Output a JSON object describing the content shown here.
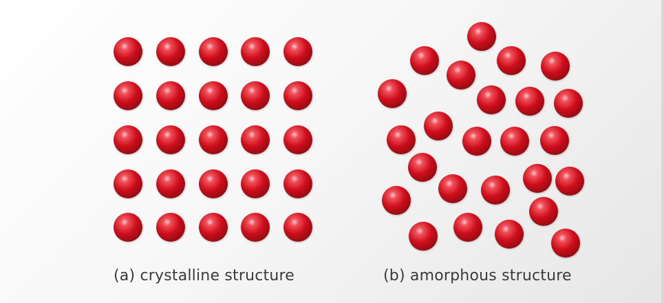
{
  "panels": [
    {
      "id": "a",
      "caption": "(a) crystalline structure"
    },
    {
      "id": "b",
      "caption": "(b) amorphous structure"
    }
  ],
  "colors": {
    "atom_base": "#d0101e",
    "atom_dark": "#8e0710",
    "atom_highlight": "#ffc8cc"
  }
}
